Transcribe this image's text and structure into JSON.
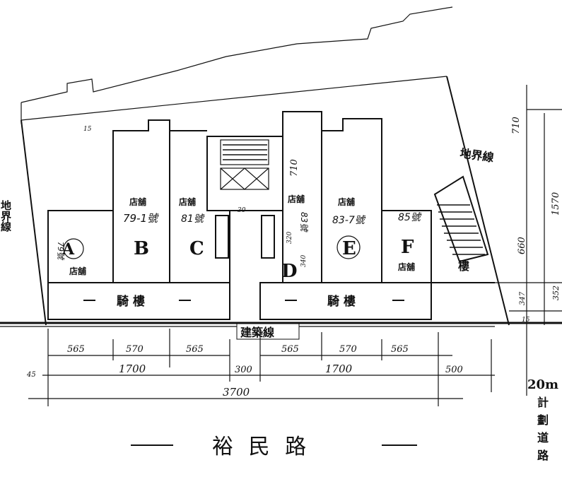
{
  "labels": {
    "boundary_left": "地界線",
    "boundary_right": "地界線",
    "shop": "店舖",
    "arcade": "騎 樓",
    "building_line": "建築線",
    "stair": "樓",
    "road_name": "裕 民 路",
    "planned_road": [
      "20m",
      "計",
      "劃",
      "道",
      "路"
    ]
  },
  "units": [
    {
      "letter": "A",
      "number": "79號"
    },
    {
      "letter": "B",
      "number": "79-1號"
    },
    {
      "letter": "C",
      "number": "81號"
    },
    {
      "letter": "D",
      "number": "83號"
    },
    {
      "letter": "E",
      "number": "83-7號"
    },
    {
      "letter": "F",
      "number": "85號"
    }
  ],
  "dimensions": {
    "shop_widths_left": [
      "565",
      "570",
      "565"
    ],
    "shop_widths_right": [
      "565",
      "570",
      "565"
    ],
    "block_left": "1700",
    "gap": "300",
    "block_right": "1700",
    "setback_right": "500",
    "total": "3700",
    "edge": "45",
    "vertical_right": [
      "710",
      "1570",
      "660",
      "352",
      "347",
      "15"
    ],
    "core_depth": "710",
    "small": [
      "15",
      "30",
      "320",
      "340"
    ]
  }
}
